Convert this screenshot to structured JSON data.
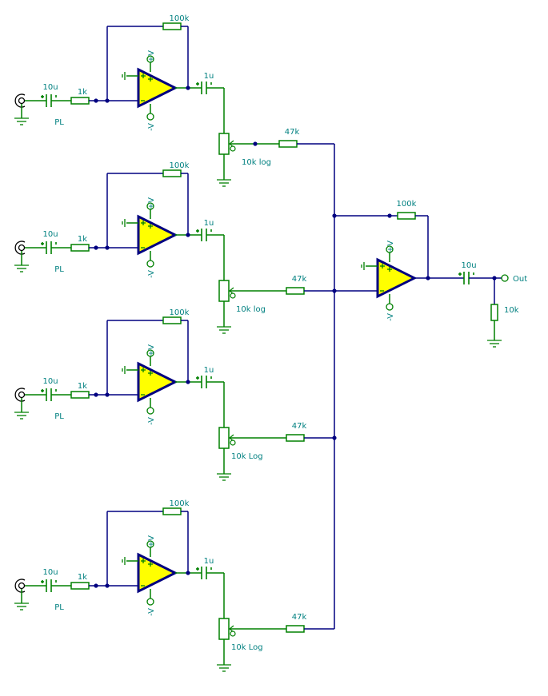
{
  "colors": {
    "wire": "#000080",
    "component": "#008000",
    "label": "#008080",
    "opamp_fill": "#ffff00",
    "opamp_stroke": "#000080"
  },
  "supply": {
    "positive": "+V",
    "negative": "-V"
  },
  "stages": [
    {
      "input_cap": "10u",
      "input_label": "PL",
      "input_res": "1k",
      "feedback_res": "100k",
      "output_cap": "1u",
      "pot": "10k log",
      "mix_res": "47k"
    },
    {
      "input_cap": "10u",
      "input_label": "PL",
      "input_res": "1k",
      "feedback_res": "100k",
      "output_cap": "1u",
      "pot": "10k log",
      "mix_res": "47k"
    },
    {
      "input_cap": "10u",
      "input_label": "PL",
      "input_res": "1k",
      "feedback_res": "100k",
      "output_cap": "1u",
      "pot": "10k Log",
      "mix_res": "47k"
    },
    {
      "input_cap": "10u",
      "input_label": "PL",
      "input_res": "1k",
      "feedback_res": "100k",
      "output_cap": "1u",
      "pot": "10k Log",
      "mix_res": "47k"
    }
  ],
  "mixer": {
    "feedback_res": "100k",
    "output_cap": "10u",
    "load_res": "10k",
    "output_label": "Out"
  }
}
